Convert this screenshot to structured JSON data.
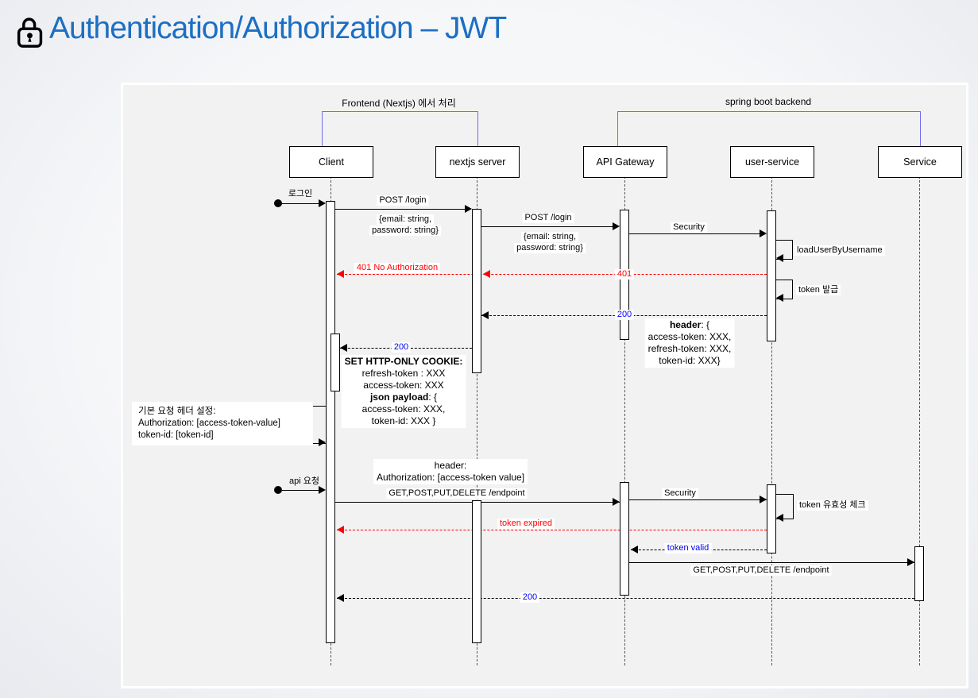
{
  "title": {
    "text": "Authentication/Authorization – JWT",
    "icon": "lock-icon"
  },
  "groups": {
    "frontend": {
      "label": "Frontend (Nextjs) 에서 처리"
    },
    "backend": {
      "label": "spring boot backend"
    }
  },
  "actors": {
    "client": {
      "label": "Client"
    },
    "nextjs": {
      "label": "nextjs server"
    },
    "gateway": {
      "label": "API Gateway"
    },
    "user_service": {
      "label": "user-service"
    },
    "service": {
      "label": "Service"
    }
  },
  "entries": {
    "login": {
      "label": "로그인"
    },
    "api": {
      "label": "api 요청"
    }
  },
  "messages": {
    "post_login_client": {
      "label": "POST /login",
      "body1": "{email: string,",
      "body2": "password: string}"
    },
    "post_login_nextjs": {
      "label": "POST /login",
      "body1": "{email: string,",
      "body2": "password: string}"
    },
    "security_login": {
      "label": "Security"
    },
    "load_user": {
      "label": "loadUserByUsername"
    },
    "unauthorized": {
      "label": "401 No Authorization",
      "code": "401"
    },
    "token_issue": {
      "label": "token 발급"
    },
    "login_ok_nextjs": {
      "code": "200"
    },
    "login_ok_client": {
      "code": "200"
    },
    "api_request_gateway": {
      "label": "GET,POST,PUT,DELETE /endpoint"
    },
    "security_api": {
      "label": "Security"
    },
    "token_check": {
      "label": "token 유효성 체크"
    },
    "token_expired": {
      "label": "token expired"
    },
    "token_valid": {
      "label": "token valid"
    },
    "api_request_service": {
      "label": "GET,POST,PUT,DELETE /endpoint"
    },
    "api_ok": {
      "code": "200"
    }
  },
  "notes": {
    "token_header": {
      "line1_bold": "header",
      "line1_rest": ": {",
      "line2": "access-token: XXX,",
      "line3": "refresh-token: XXX,",
      "line4": "token-id: XXX}"
    },
    "set_cookie": {
      "line1": "SET HTTP-ONLY COOKIE:",
      "line2": "refresh-token : XXX",
      "line3": "access-token: XXX",
      "line4_bold": "json payload",
      "line4_rest": ": {",
      "line5": "access-token: XXX,",
      "line6": "token-id: XXX }"
    },
    "default_headers": {
      "line1": "기본 요청 헤더 설정:",
      "line2": "Authorization: [access-token-value]",
      "line3": "token-id: [token-id]"
    },
    "request_header": {
      "line1": "header:",
      "line2": "Authorization: [access-token value]"
    }
  },
  "colors": {
    "title_blue": "#1c6fc3",
    "group_bracket_blue": "#6e6ef2",
    "error_red": "#ff0000",
    "status_blue": "#0000f2",
    "canvas_bg": "#f2f2f3"
  }
}
